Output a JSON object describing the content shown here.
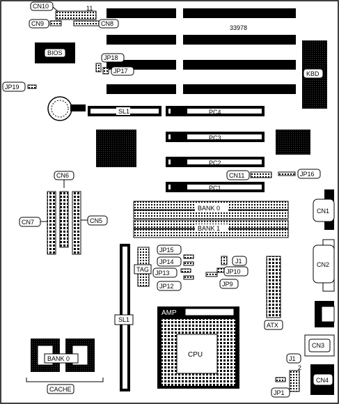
{
  "board_number": "33978",
  "labels": {
    "cn10": "CN10",
    "pin11": "11",
    "cn9": "CN9",
    "cn8": "CN8",
    "bios": "BIOS",
    "jp18": "JP18",
    "jp17": "JP17",
    "jp19": "JP19",
    "kbd": "KBD",
    "sl1_top": "SL1",
    "pc4": "PC4",
    "pc3": "PC3",
    "pc2": "PC2",
    "pc1": "PC1",
    "cn11": "CN11",
    "jp16": "JP16",
    "cn6": "CN6",
    "cn7": "CN7",
    "cn5": "CN5",
    "bank0_dimm": "BANK 0",
    "bank1_dimm": "BANK 1",
    "cn1": "CN1",
    "cn2": "CN2",
    "jp15": "JP15",
    "jp14": "JP14",
    "jp13": "JP13",
    "jp12": "JP12",
    "tag": "TAG",
    "j1_top": "J1",
    "jp10": "JP10",
    "jp9": "JP9",
    "atx": "ATX",
    "sl1_bottom": "SL1",
    "amp": "AMP",
    "cpu": "CPU",
    "cn3": "CN3",
    "cn4": "CN4",
    "bank0_cache": "BANK 0",
    "cache": "CACHE",
    "j1_bottom": "J1",
    "pin2": "2",
    "jp1": "JP1"
  }
}
